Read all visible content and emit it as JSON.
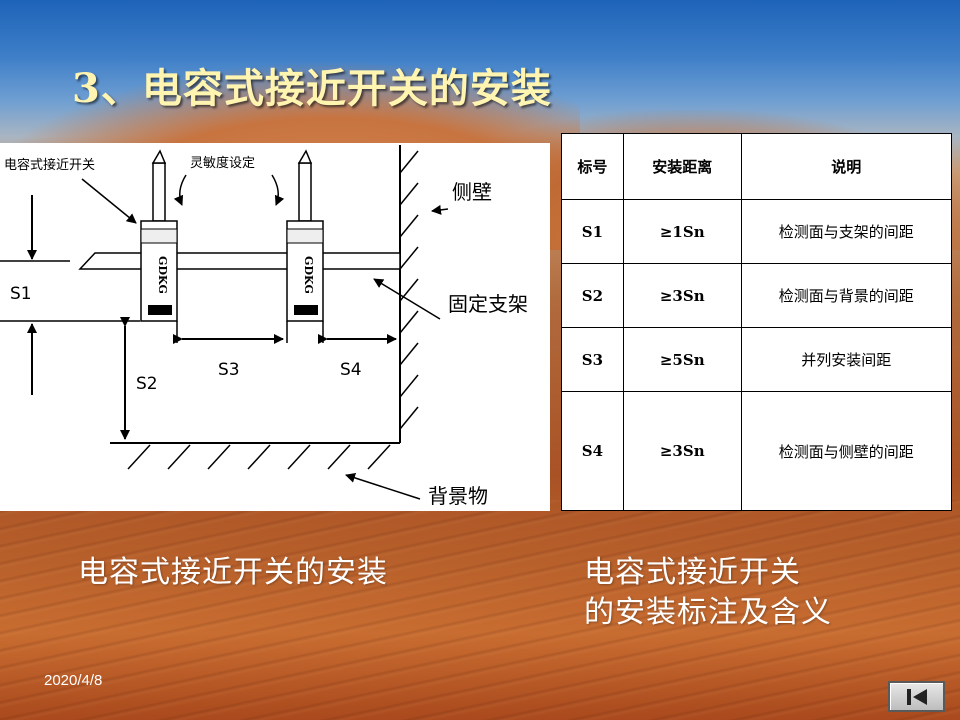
{
  "slide": {
    "title": "3、电容式接近开关的安装",
    "date": "2020/4/8",
    "nav_button_icon": "skip-back-icon"
  },
  "diagram": {
    "labels": {
      "switch": "电容式接近开关",
      "sensitivity": "灵敏度设定",
      "side_wall": "侧壁",
      "bracket": "固定支架",
      "background": "背景物",
      "sensor_brand": "GDKG"
    },
    "dims": [
      "S1",
      "S2",
      "S3",
      "S4"
    ]
  },
  "table": {
    "headers": [
      "标号",
      "安装距离",
      "说明"
    ],
    "rows": [
      {
        "code": "S1",
        "distance": "≥1Sn",
        "desc": "检测面与支架的间距"
      },
      {
        "code": "S2",
        "distance": "≥3Sn",
        "desc": "检测面与背景的间距"
      },
      {
        "code": "S3",
        "distance": "≥5Sn",
        "desc": "并列安装间距"
      },
      {
        "code": "S4",
        "distance": "≥3Sn",
        "desc": "检测面与侧壁的间距"
      }
    ]
  },
  "captions": {
    "left": "电容式接近开关的安装",
    "right_line1": "电容式接近开关",
    "right_line2": "的安装标注及含义"
  },
  "colors": {
    "title": "#fff4b0",
    "caption": "#ffffff"
  }
}
